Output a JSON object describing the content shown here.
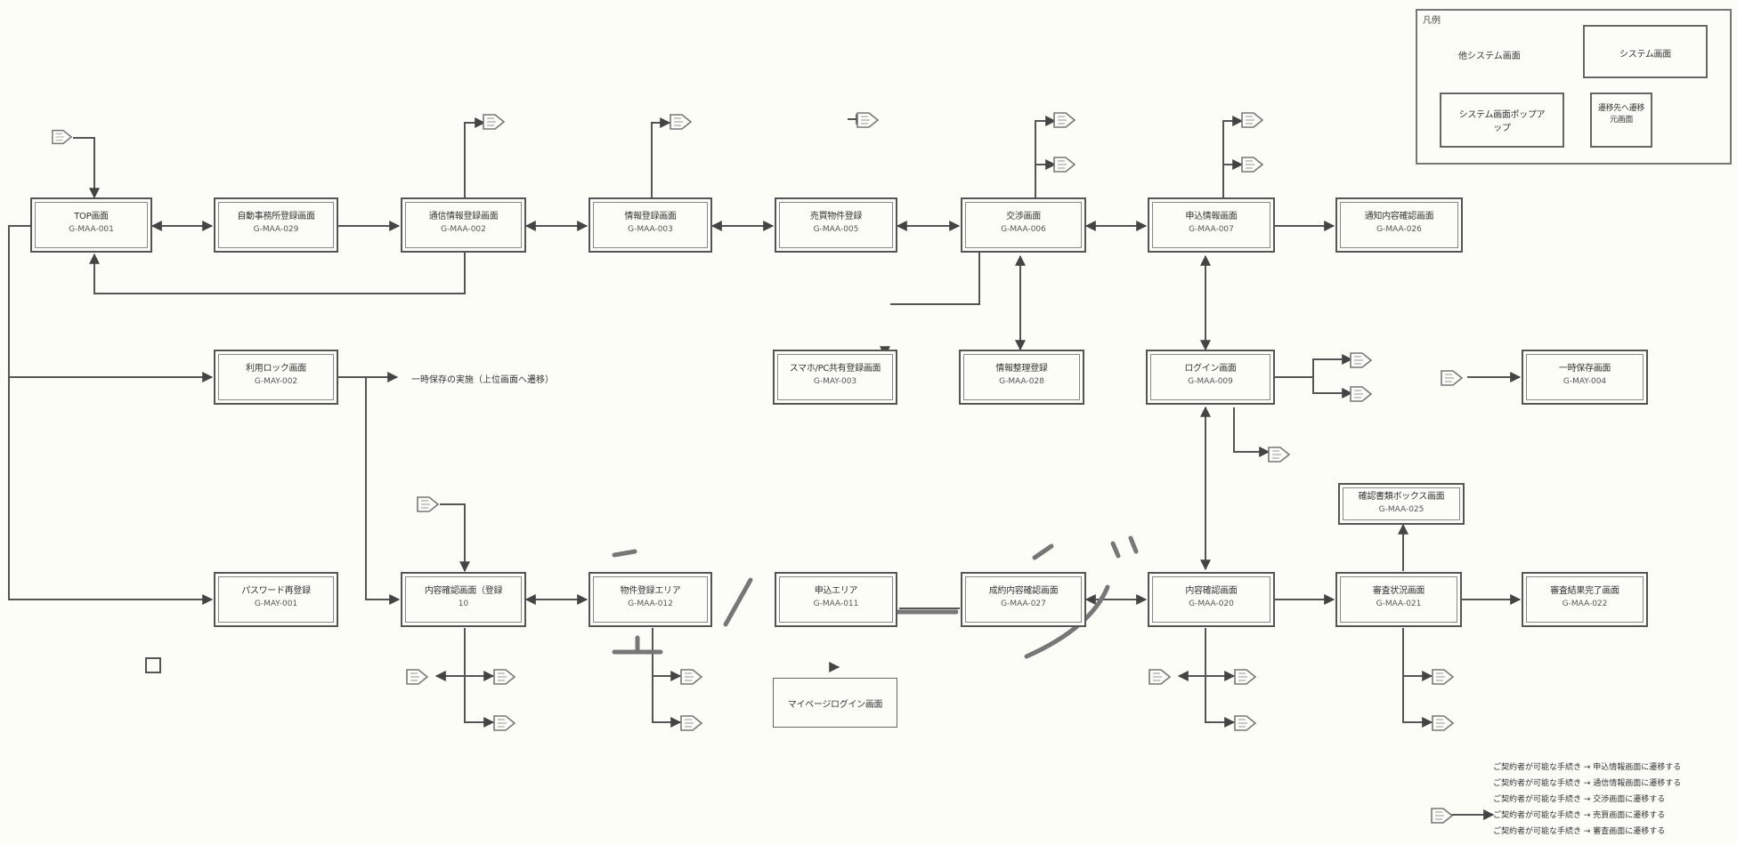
{
  "screens": [
    {
      "id": "s001",
      "title": "TOP画面",
      "code": "G-MAA-001"
    },
    {
      "id": "s029",
      "title": "自動事務所登録画面",
      "code": "G-MAA-029"
    },
    {
      "id": "s002",
      "title": "通信情報登録画面",
      "code": "G-MAA-002"
    },
    {
      "id": "s003",
      "title": "情報登録画面",
      "code": "G-MAA-003"
    },
    {
      "id": "s005",
      "title": "売買物件登録",
      "code": "G-MAA-005"
    },
    {
      "id": "s006",
      "title": "交渉画面",
      "code": "G-MAA-006"
    },
    {
      "id": "s007",
      "title": "申込情報画面",
      "code": "G-MAA-007"
    },
    {
      "id": "s026",
      "title": "通知内容確認画面",
      "code": "G-MAA-026"
    },
    {
      "id": "x002",
      "title": "利用ロック画面",
      "code": "G-MAY-002"
    },
    {
      "id": "x003",
      "title": "スマホ/PC共有登録画面",
      "code": "G-MAY-003"
    },
    {
      "id": "s028",
      "title": "情報整理登録",
      "code": "G-MAA-028"
    },
    {
      "id": "s009",
      "title": "ログイン画面",
      "code": "G-MAA-009"
    },
    {
      "id": "x004",
      "title": "一時保存画面",
      "code": "G-MAY-004"
    },
    {
      "id": "s025",
      "title": "確認書類ボックス画面",
      "code": "G-MAA-025"
    },
    {
      "id": "x001",
      "title": "パスワード再登録",
      "code": "G-MAY-001"
    },
    {
      "id": "p010",
      "title": "内容確認画面（登録",
      "code": "10"
    },
    {
      "id": "s012",
      "title": "物件登録エリア",
      "code": "G-MAA-012"
    },
    {
      "id": "s011",
      "title": "申込エリア",
      "code": "G-MAA-011"
    },
    {
      "id": "s027",
      "title": "成約内容確認画面",
      "code": "G-MAA-027"
    },
    {
      "id": "s020",
      "title": "内容確認画面",
      "code": "G-MAA-020"
    },
    {
      "id": "s021",
      "title": "審査状況画面",
      "code": "G-MAA-021"
    },
    {
      "id": "s022",
      "title": "審査結果完了画面",
      "code": "G-MAA-022"
    }
  ],
  "login_screen_box": "マイページログイン画面",
  "side_label": "一時保存の実施（上位画面へ遷移）",
  "legend": {
    "title": "凡例",
    "other_system": "他システム画面",
    "system": "システム画面",
    "popup": "システム画面ポップアップ",
    "connector": "遷移先へ遷移元画面"
  },
  "notes": [
    "ご契約者が可能な手続き → 申込情報画面に遷移する",
    "ご契約者が可能な手続き → 通信情報画面に遷移する",
    "ご契約者が可能な手続き → 交渉画面に遷移する",
    "ご契約者が可能な手続き → 売買画面に遷移する",
    "ご契約者が可能な手続き → 審査画面に遷移する"
  ]
}
